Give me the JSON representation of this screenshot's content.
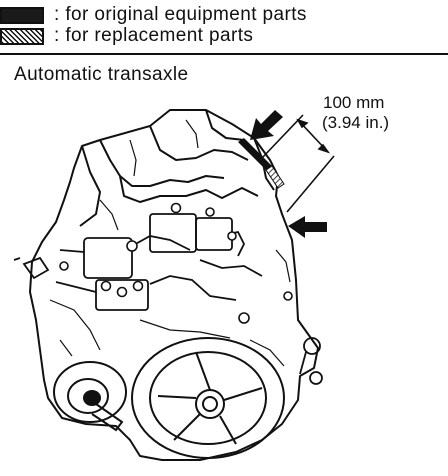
{
  "legend": [
    {
      "label": ": for original equipment parts",
      "fill": "solid"
    },
    {
      "label": ": for replacement parts",
      "fill": "hatched"
    }
  ],
  "section_title": "Automatic transaxle",
  "dimension": {
    "mm": "100 mm",
    "inch": "(3.94 in.)"
  },
  "colors": {
    "ink": "#111111",
    "paper": "#ffffff"
  }
}
